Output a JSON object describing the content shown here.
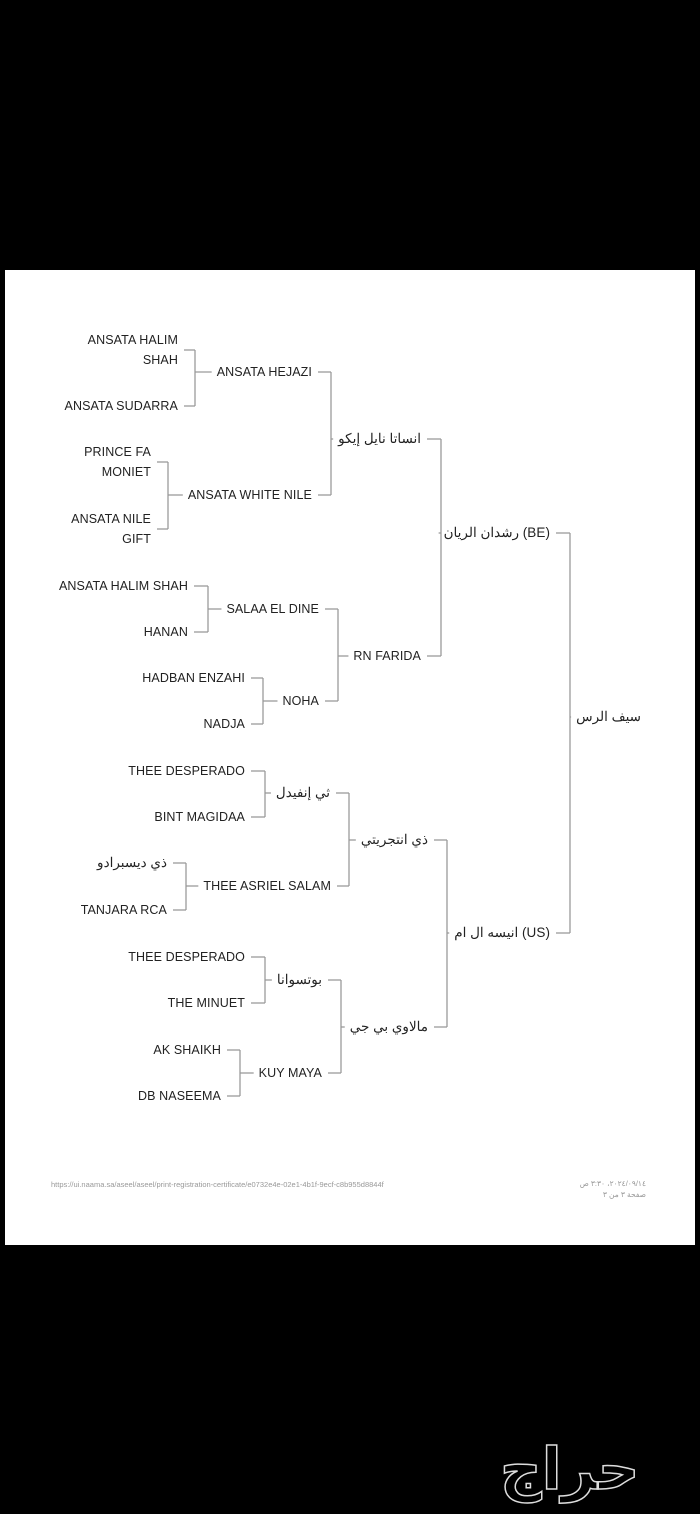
{
  "pedigree": {
    "subject": "سيف الرس",
    "sire": "رشدان الريان (BE)",
    "dam": "انيسه ال ام (US)",
    "sire_sire": "انساتا نايل إيكو",
    "sire_dam": "RN FARIDA",
    "dam_sire": "ذي انتجريتي",
    "dam_dam": "مالاوي بي جي",
    "gen4": [
      "ANSATA HEJAZI",
      "ANSATA WHITE NILE",
      "SALAA EL DINE",
      "NOHA",
      "ثي إنفيدل",
      "THEE ASRIEL SALAM",
      "بوتسوانا",
      "KUY MAYA"
    ],
    "gen5": [
      "ANSATA HALIM\nSHAH",
      "ANSATA SUDARRA",
      "PRINCE FA\nMONIET",
      "ANSATA NILE\nGIFT",
      "ANSATA HALIM SHAH",
      "HANAN",
      "HADBAN ENZAHI",
      "NADJA",
      "THEE DESPERADO",
      "BINT MAGIDAA",
      "ذي ديسبرادو",
      "TANJARA RCA",
      "THEE DESPERADO",
      "THE MINUET",
      "AK SHAIKH",
      "DB NASEEMA"
    ]
  },
  "footer": {
    "url": "https://ui.naama.sa/aseel/aseel/print-registration-certificate/e0732e4e-02e1-4b1f-9ecf-c8b955d8844f",
    "datetime": "٢٠٢٤/٠٩/١٤، ٣:٣٠ ص",
    "page": "صفحة ٣ من ٣"
  },
  "watermark": "حراج",
  "colors": {
    "line": "#9a9a9a",
    "text": "#222222"
  }
}
